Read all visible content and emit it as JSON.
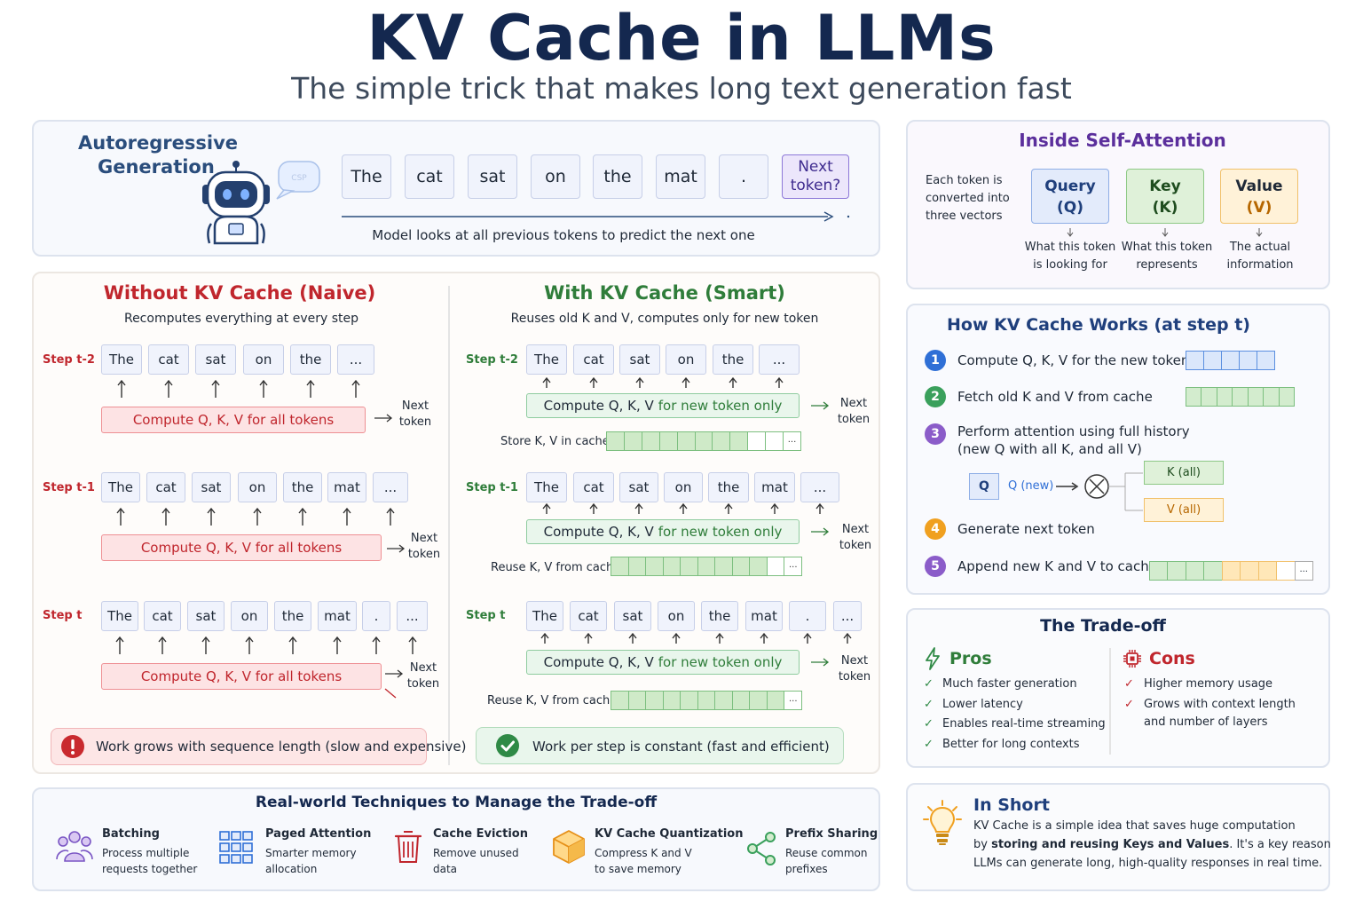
{
  "title": "KV Cache in LLMs",
  "subtitle": "The simple trick that makes long text generation fast",
  "autoregressive": {
    "heading_l1": "Autoregressive",
    "heading_l2": "Generation",
    "tokens": [
      "The",
      "cat",
      "sat",
      "on",
      "the",
      "mat",
      "."
    ],
    "next_l1": "Next",
    "next_l2": "token?",
    "caption": "Model looks at all previous tokens to predict the next one"
  },
  "naive": {
    "title": "Without KV Cache (Naive)",
    "subtitle": "Recomputes everything at every step",
    "steps": [
      {
        "label": "Step t-2",
        "tokens": [
          "The",
          "cat",
          "sat",
          "on",
          "the",
          "..."
        ]
      },
      {
        "label": "Step t-1",
        "tokens": [
          "The",
          "cat",
          "sat",
          "on",
          "the",
          "mat",
          "..."
        ]
      },
      {
        "label": "Step t",
        "tokens": [
          "The",
          "cat",
          "sat",
          "on",
          "the",
          "mat",
          ".",
          "..."
        ]
      }
    ],
    "compute": "Compute Q, K, V for all tokens",
    "next_l1": "Next",
    "next_l2": "token",
    "warning": "Work grows with sequence length (slow and expensive)"
  },
  "smart": {
    "title": "With KV Cache (Smart)",
    "subtitle": "Reuses old K and V, computes only for new token",
    "steps": [
      {
        "label": "Step t-2",
        "tokens": [
          "The",
          "cat",
          "sat",
          "on",
          "the",
          "..."
        ],
        "cache_label": "Store K, V in cache"
      },
      {
        "label": "Step t-1",
        "tokens": [
          "The",
          "cat",
          "sat",
          "on",
          "the",
          "mat",
          "..."
        ],
        "cache_label": "Reuse K, V from cache"
      },
      {
        "label": "Step t",
        "tokens": [
          "The",
          "cat",
          "sat",
          "on",
          "the",
          "mat",
          ".",
          "..."
        ],
        "cache_label": "Reuse K, V from cache"
      }
    ],
    "compute_a": "Compute Q, K, V",
    "compute_b": "for new token only",
    "next_l1": "Next",
    "next_l2": "token",
    "cache_dots": "...",
    "success": "Work per step is constant (fast and efficient)"
  },
  "attention": {
    "title": "Inside Self-Attention",
    "intro_l1": "Each token is",
    "intro_l2": "converted into",
    "intro_l3": "three vectors",
    "vectors": [
      {
        "name": "Query",
        "abbr": "(Q)",
        "desc_l1": "What this token",
        "desc_l2": "is looking for"
      },
      {
        "name": "Key",
        "abbr": "(K)",
        "desc_l1": "What this token",
        "desc_l2": "represents"
      },
      {
        "name": "Value",
        "abbr": "(V)",
        "desc_l1": "The actual",
        "desc_l2": "information"
      }
    ]
  },
  "how": {
    "title": "How KV Cache Works (at step t)",
    "steps": [
      {
        "num": "1",
        "text": "Compute Q, K, V for the new token"
      },
      {
        "num": "2",
        "text": "Fetch old K and V from cache"
      },
      {
        "num": "3",
        "text_l1": "Perform attention using full history",
        "text_l2": "(new Q with all K, and all V)"
      },
      {
        "num": "4",
        "text": "Generate next token"
      },
      {
        "num": "5",
        "text": "Append new K and V to cache"
      }
    ],
    "q_box": "Q",
    "q_label": "Q (new)",
    "k_all": "K (all)",
    "v_all": "V (all)",
    "bar_dots": "..."
  },
  "tradeoff": {
    "title": "The Trade-off",
    "pros_title": "Pros",
    "cons_title": "Cons",
    "pros": [
      "Much faster generation",
      "Lower latency",
      "Enables real-time streaming",
      "Better for long contexts"
    ],
    "cons": [
      "Higher memory usage",
      "Grows with context length",
      "and number of layers"
    ]
  },
  "short": {
    "title": "In Short",
    "l1": "KV Cache is a simple idea that saves huge computation",
    "l2a": "by ",
    "l2b": "storing and reusing Keys and Values",
    "l2c": ". It's a key reason",
    "l3": "LLMs can generate long, high-quality responses in real time."
  },
  "techniques": {
    "title": "Real-world Techniques to Manage the Trade-off",
    "items": [
      {
        "name": "Batching",
        "d1": "Process multiple",
        "d2": "requests together"
      },
      {
        "name": "Paged Attention",
        "d1": "Smarter memory",
        "d2": "allocation"
      },
      {
        "name": "Cache Eviction",
        "d1": "Remove unused",
        "d2": "data"
      },
      {
        "name": "KV Cache Quantization",
        "d1": "Compress K and V",
        "d2": "to save memory"
      },
      {
        "name": "Prefix Sharing",
        "d1": "Reuse common",
        "d2": "prefixes"
      }
    ]
  },
  "colors": {
    "navy": "#14284f",
    "red": "#c0262d",
    "green": "#2f7d3a",
    "purple": "#5b2f9c",
    "blue": "#2f6fd6"
  }
}
